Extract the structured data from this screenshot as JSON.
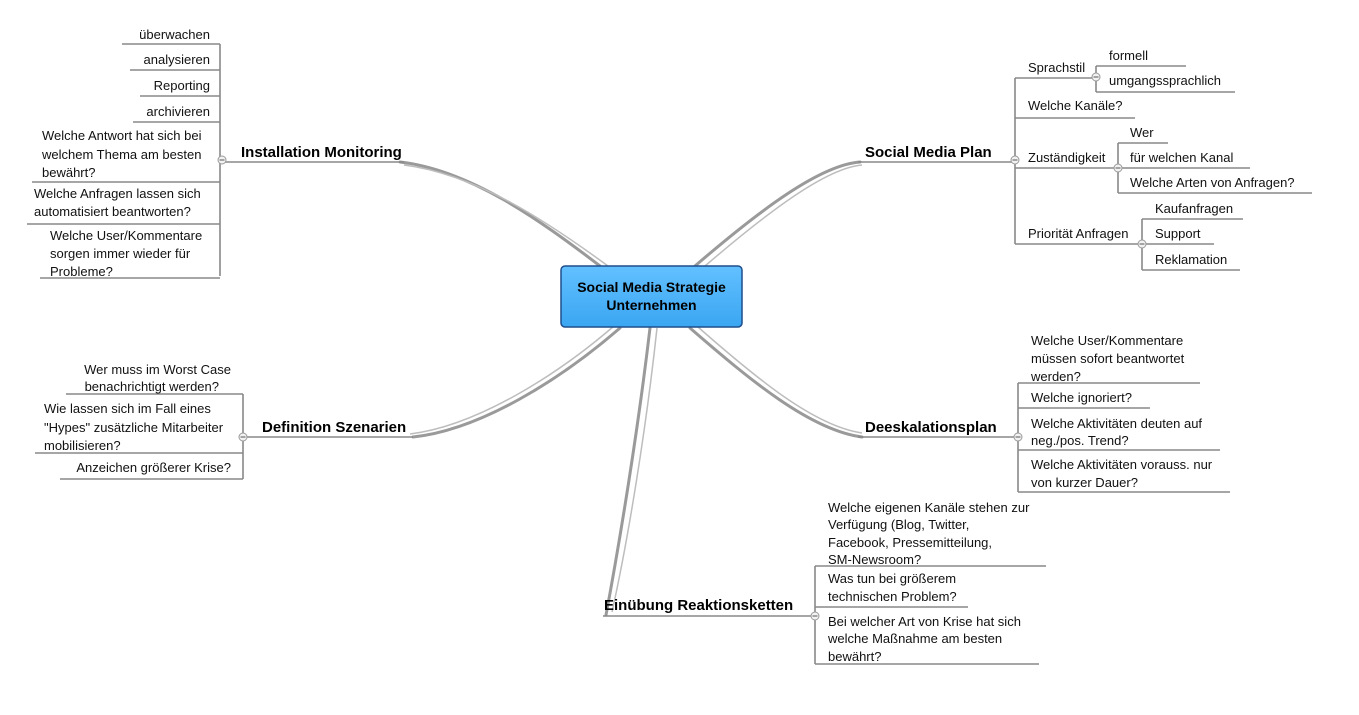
{
  "central": {
    "line1": "Social Media Strategie",
    "line2": "Unternehmen"
  },
  "branches": {
    "installation_monitoring": {
      "title": "Installation Monitoring",
      "items": [
        [
          "überwachen"
        ],
        [
          "analysieren"
        ],
        [
          "Reporting"
        ],
        [
          "archivieren"
        ],
        [
          "Welche Antwort hat sich bei",
          "welchem Thema am besten",
          "bewährt?"
        ],
        [
          "Welche Anfragen lassen sich",
          "automatisiert beantworten?"
        ],
        [
          "Welche User/Kommentare",
          "sorgen immer wieder für",
          "Probleme?"
        ]
      ]
    },
    "definition_szenarien": {
      "title": "Definition Szenarien",
      "items": [
        [
          "Wer muss im Worst Case",
          "benachrichtigt werden?"
        ],
        [
          "Wie lassen sich im Fall eines",
          "\"Hypes\" zusätzliche Mitarbeiter",
          "mobilisieren?"
        ],
        [
          "Anzeichen größerer Krise?"
        ]
      ]
    },
    "social_media_plan": {
      "title": "Social Media Plan",
      "sprachstil": {
        "label": "Sprachstil",
        "children": [
          "formell",
          "umgangssprachlich"
        ]
      },
      "kanaele": {
        "label": "Welche Kanäle?"
      },
      "zustaendigkeit": {
        "label": "Zuständigkeit",
        "children": [
          "Wer",
          "für welchen Kanal",
          "Welche Arten von Anfragen?"
        ]
      },
      "prioritaet": {
        "label": "Priorität Anfragen",
        "children": [
          "Kaufanfragen",
          "Support",
          "Reklamation"
        ]
      }
    },
    "deeskalationsplan": {
      "title": "Deeskalationsplan",
      "items": [
        [
          "Welche User/Kommentare",
          "müssen sofort beantwortet",
          "werden?"
        ],
        [
          "Welche ignoriert?"
        ],
        [
          "Welche Aktivitäten deuten auf",
          "neg./pos. Trend?"
        ],
        [
          "Welche Aktivitäten vorauss. nur",
          "von kurzer Dauer?"
        ]
      ]
    },
    "einuebung_reaktionsketten": {
      "title": "Einübung Reaktionsketten",
      "items": [
        [
          "Welche eigenen Kanäle stehen zur",
          "Verfügung (Blog, Twitter,",
          "Facebook, Pressemitteilung,",
          "SM-Newsroom?"
        ],
        [
          "Was tun bei größerem",
          "technischen Problem?"
        ],
        [
          "Bei welcher Art von Krise hat sich",
          "welche Maßnahme am besten",
          "bewährt?"
        ]
      ]
    }
  }
}
